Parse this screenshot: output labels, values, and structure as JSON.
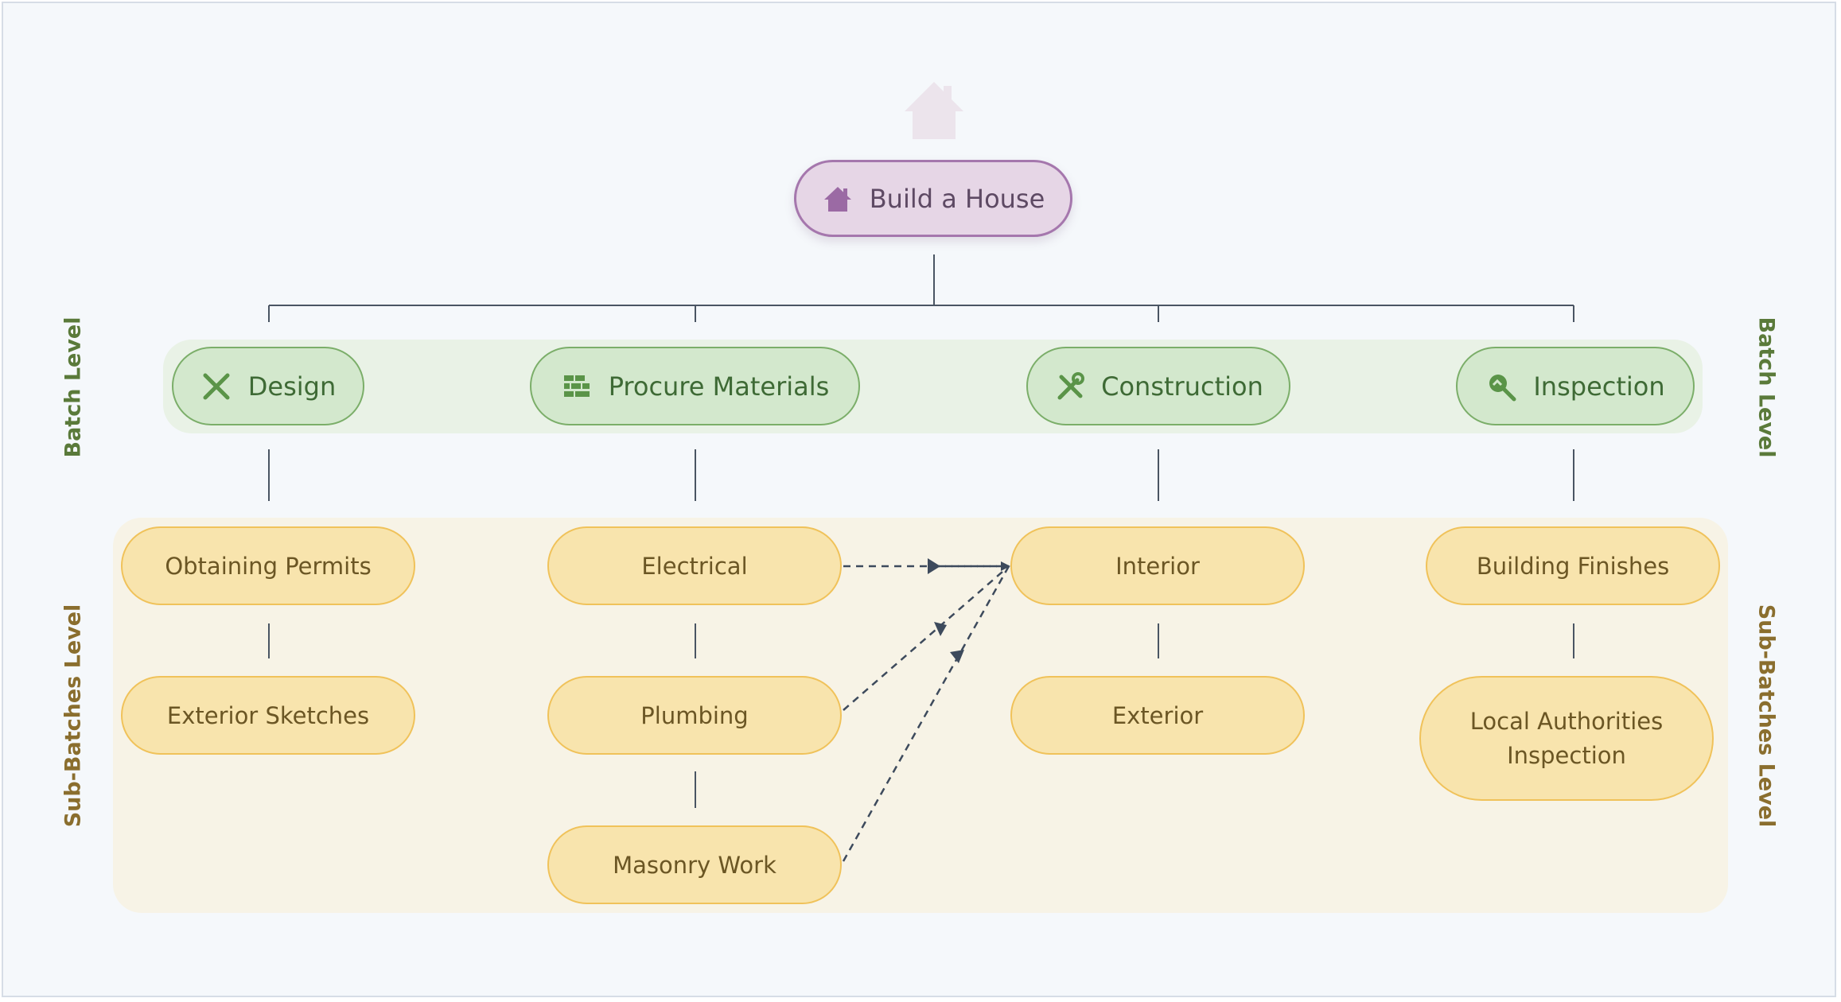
{
  "root": {
    "label": "Build a House",
    "icon": "house-icon"
  },
  "watermark_icon": "house-icon",
  "batches": [
    {
      "label": "Design",
      "icon": "pencil-ruler-icon"
    },
    {
      "label": "Procure Materials",
      "icon": "bricks-icon"
    },
    {
      "label": "Construction",
      "icon": "tools-icon"
    },
    {
      "label": "Inspection",
      "icon": "magnifier-icon"
    }
  ],
  "sub_batches": {
    "design": [
      "Obtaining Permits",
      "Exterior Sketches"
    ],
    "procure": [
      "Electrical",
      "Plumbing",
      "Masonry Work"
    ],
    "construction": [
      "Interior",
      "Exterior"
    ],
    "inspection": [
      "Building Finishes",
      "Local Authorities Inspection"
    ]
  },
  "side_labels": {
    "batch": "Batch Level",
    "sub": "Sub-Batches Level"
  },
  "dependencies": [
    {
      "from": "Electrical",
      "to": "Interior"
    },
    {
      "from": "Plumbing",
      "to": "Interior"
    },
    {
      "from": "Masonry Work",
      "to": "Interior"
    }
  ],
  "colors": {
    "root_fill": "#e6d6e6",
    "root_border": "#a577ad",
    "batch_fill": "#d3e8cd",
    "batch_border": "#7bae69",
    "sub_fill": "#f8e4ad",
    "sub_border": "#f0c25a",
    "connector": "#4a5563"
  }
}
